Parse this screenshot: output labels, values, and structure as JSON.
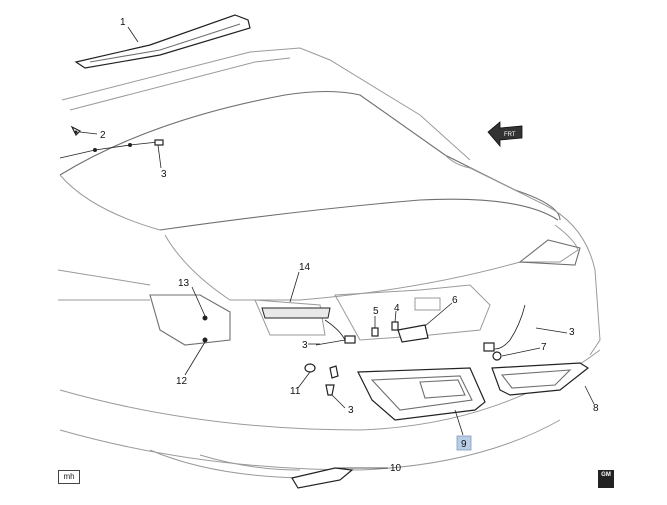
{
  "callouts": {
    "c1": "1",
    "c2": "2",
    "c3a": "3",
    "c3b": "3",
    "c3c": "3",
    "c3d": "3",
    "c4": "4",
    "c5": "5",
    "c6": "6",
    "c7": "7",
    "c8": "8",
    "c9": "9",
    "c10": "10",
    "c11": "11",
    "c12": "12",
    "c13": "13",
    "c14": "14"
  },
  "arrow_label": "FRT",
  "stamp_left": "mh",
  "logo": "GM",
  "highlight_color": "#b9cde6"
}
